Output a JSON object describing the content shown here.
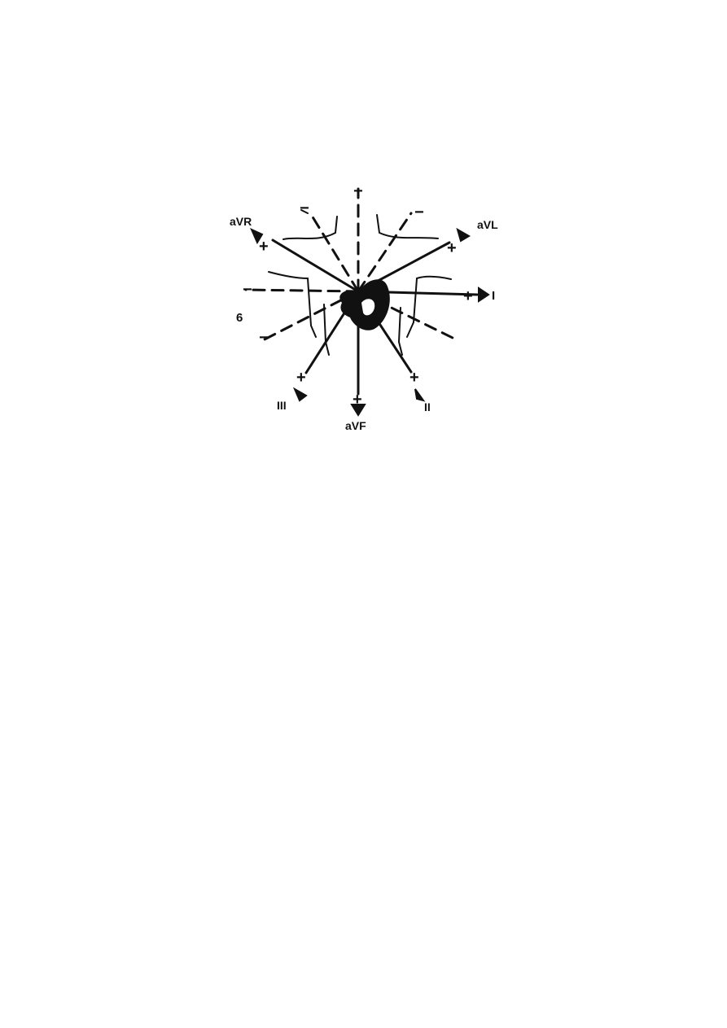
{
  "figure": {
    "number_label": "6",
    "leads": {
      "I": "I",
      "II": "II",
      "III": "III",
      "aVR": "aVR",
      "aVL": "aVL",
      "aVF": "aVF"
    },
    "plus_sign": "+",
    "minus_sign": "−"
  },
  "colors": {
    "ink": "#111111",
    "background": "#ffffff"
  }
}
